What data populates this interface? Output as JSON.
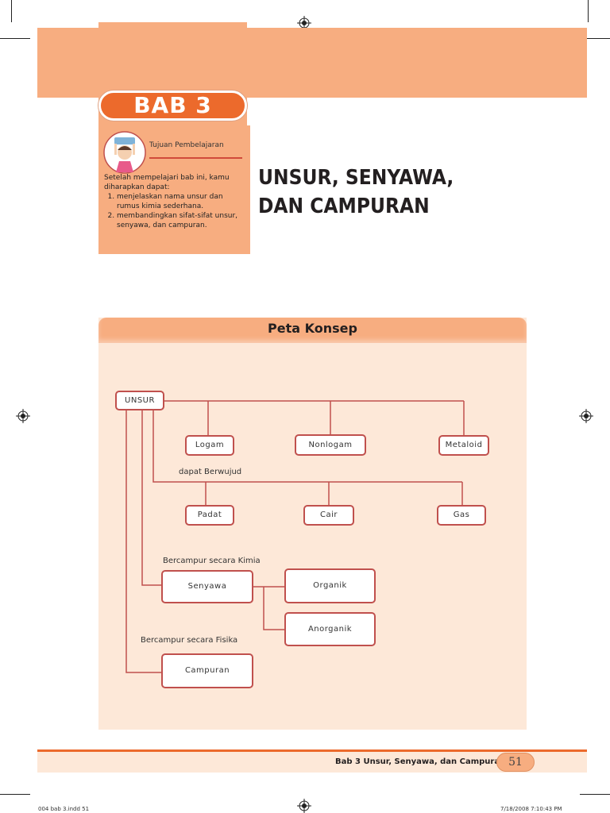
{
  "chapter": {
    "bab_label": "BAB 3",
    "title_line1": "UNSUR, SENYAWA,",
    "title_line2": "DAN CAMPURAN"
  },
  "objectives": {
    "heading": "Tujuan Pembelajaran",
    "intro": "Setelah mempelajari bab ini, kamu diharapkan dapat:",
    "items": [
      "menjelaskan nama unsur dan rumus kimia sederhana.",
      "membandingkan sifat-sifat unsur, senyawa, dan campuran."
    ]
  },
  "concept_map": {
    "title": "Peta Konsep",
    "nodes": {
      "unsur": "UNSUR",
      "logam": "Logam",
      "nonlogam": "Nonlogam",
      "metaloid": "Metaloid",
      "padat": "Padat",
      "cair": "Cair",
      "gas": "Gas",
      "senyawa": "Senyawa",
      "organik": "Organik",
      "anorganik": "Anorganik",
      "campuran": "Campuran"
    },
    "labels": {
      "berwujud": "dapat Berwujud",
      "kimia": "Bercampur secara Kimia",
      "fisika": "Bercampur secara Fisika"
    }
  },
  "footer": {
    "running_title": "Bab 3  Unsur, Senyawa, dan Campuran",
    "page_number": "51",
    "slug_file": "004 bab 3.indd   51",
    "slug_date": "7/18/2008   7:10:43 PM"
  },
  "colors": {
    "accent_orange": "#ec6a2c",
    "peach": "#f7ad80",
    "light_peach": "#fde8d8",
    "node_border": "#c0504d"
  }
}
